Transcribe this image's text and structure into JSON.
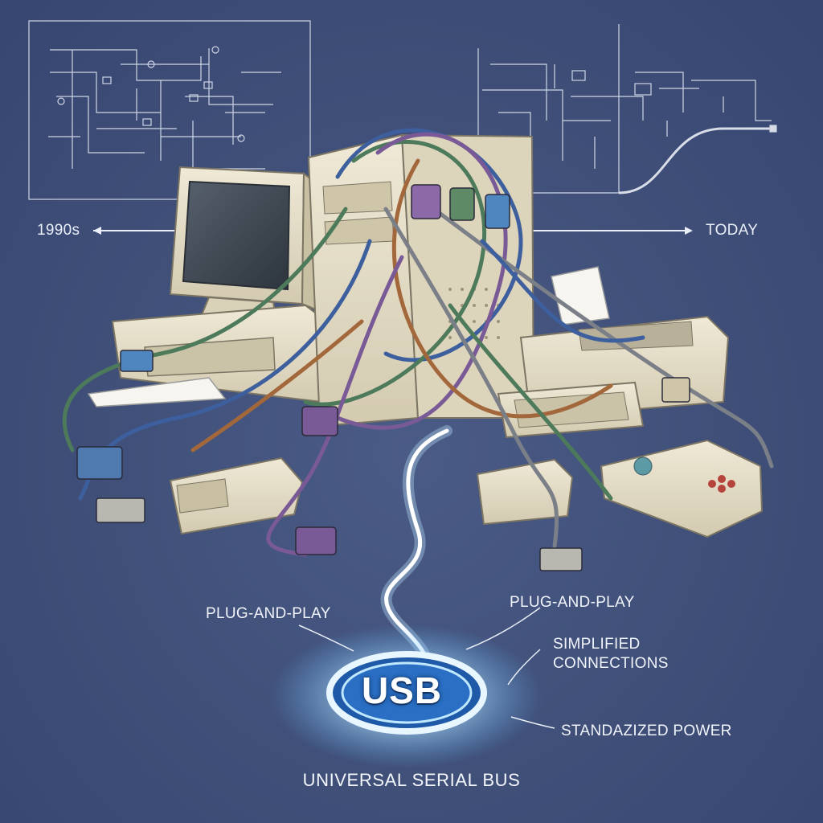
{
  "timeline": {
    "start_label": "1990s",
    "end_label": "TODAY"
  },
  "features": {
    "left": "PLUG-AND-PLAY",
    "right_top": "PLUG-AND-PLAY",
    "right_mid_line1": "SIMPLIFIED",
    "right_mid_line2": "CONNECTIONS",
    "right_bottom": "STANDAZIZED POWER"
  },
  "logo": {
    "text": "USB"
  },
  "caption": "UNIVERSAL SERIAL BUS",
  "colors": {
    "background": "#3f4f78",
    "beige": "#e4ddc6",
    "glow": "#bfe8ff",
    "cable_blue": "#3d5f9e",
    "cable_green": "#4d7a5a",
    "cable_purple": "#7a5a96",
    "cable_copper": "#a3673c"
  }
}
